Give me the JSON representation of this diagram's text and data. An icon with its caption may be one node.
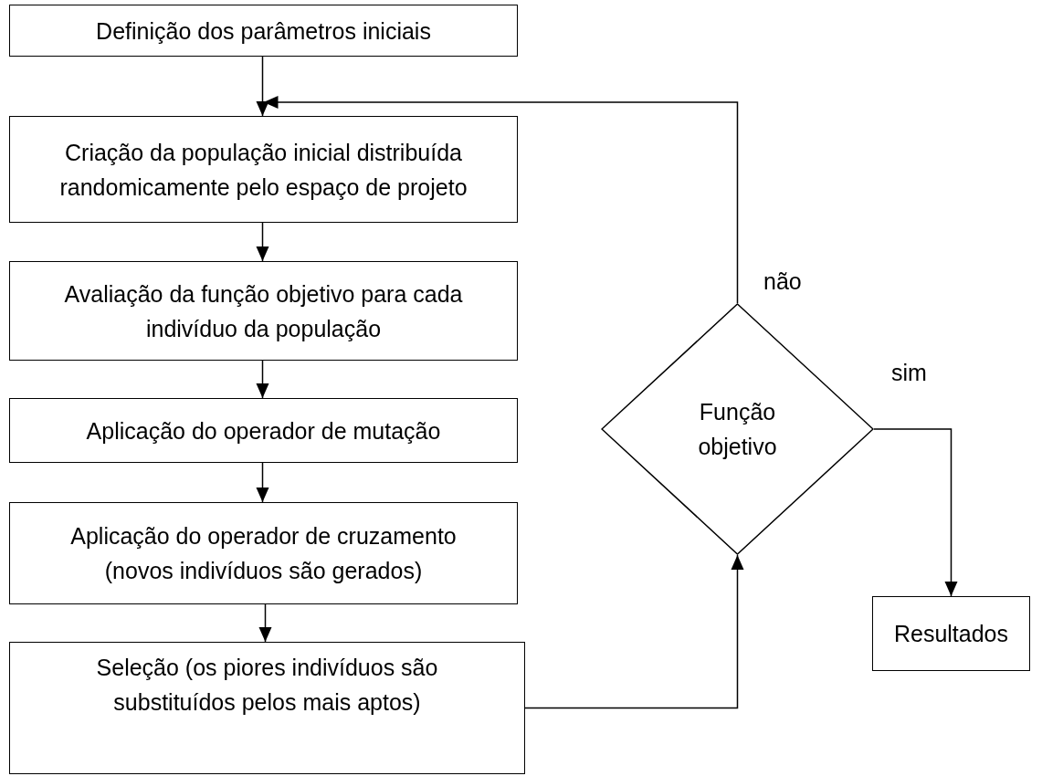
{
  "diagram": {
    "nodes": [
      {
        "text": [
          "Definição dos parâmetros iniciais"
        ]
      },
      {
        "text": [
          "Criação da população inicial distribuída randomicamente pelo espaço de projeto"
        ]
      },
      {
        "text": [
          "Avaliação da função objetivo para cada indivíduo da população"
        ]
      },
      {
        "text": [
          "Aplicação do operador de mutação"
        ]
      },
      {
        "text": [
          "Aplicação do operador de cruzamento (novos indivíduos são gerados)"
        ]
      },
      {
        "text": [
          "Seleção (os piores indivíduos são substituídos pelos mais aptos)"
        ]
      },
      {
        "text": [
          "Função objetivo"
        ]
      },
      {
        "text": [
          "Resultados"
        ]
      }
    ],
    "edges": [
      {
        "from": 0,
        "to": 1,
        "arrow": "to"
      },
      {
        "from": 1,
        "to": 2,
        "arrow": "to"
      },
      {
        "from": 2,
        "to": 3,
        "arrow": "to"
      },
      {
        "from": 3,
        "to": 4,
        "arrow": "to"
      },
      {
        "from": 4,
        "to": 5,
        "arrow": "to"
      },
      {
        "from": 5,
        "to": 6,
        "arrow": "to"
      },
      {
        "from": 6,
        "to": 1,
        "arrow": "to",
        "label": "não"
      },
      {
        "from": 6,
        "to": 7,
        "arrow": "to",
        "label": "sim"
      }
    ]
  }
}
